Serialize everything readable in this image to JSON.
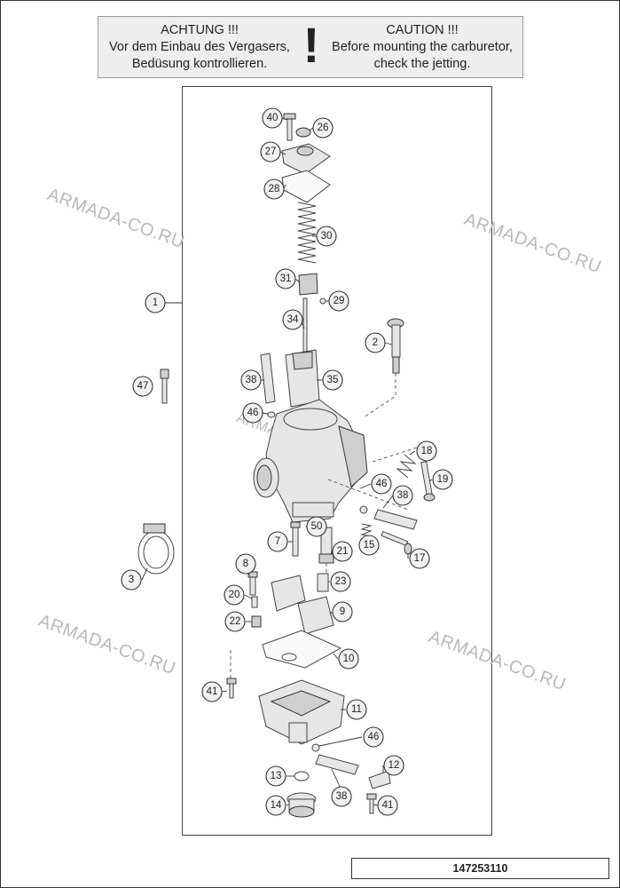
{
  "warning": {
    "de_title": "ACHTUNG !!!",
    "de_line1": "Vor dem Einbau des Vergasers,",
    "de_line2": "Bedüsung kontrollieren.",
    "mark": "!",
    "en_title": "CAUTION !!!",
    "en_line1": "Before mounting the carburetor,",
    "en_line2": "check the jetting."
  },
  "watermark": "ARMADA-CO.RU",
  "part_number": "147253110",
  "callouts": [
    {
      "label": "40"
    },
    {
      "label": "26"
    },
    {
      "label": "27"
    },
    {
      "label": "28"
    },
    {
      "label": "30"
    },
    {
      "label": "31"
    },
    {
      "label": "29"
    },
    {
      "label": "1"
    },
    {
      "label": "34"
    },
    {
      "label": "2"
    },
    {
      "label": "47"
    },
    {
      "label": "38"
    },
    {
      "label": "35"
    },
    {
      "label": "46"
    },
    {
      "label": "18"
    },
    {
      "label": "19"
    },
    {
      "label": "46"
    },
    {
      "label": "38"
    },
    {
      "label": "7"
    },
    {
      "label": "50"
    },
    {
      "label": "21"
    },
    {
      "label": "15"
    },
    {
      "label": "17"
    },
    {
      "label": "3"
    },
    {
      "label": "8"
    },
    {
      "label": "23"
    },
    {
      "label": "20"
    },
    {
      "label": "9"
    },
    {
      "label": "22"
    },
    {
      "label": "10"
    },
    {
      "label": "41"
    },
    {
      "label": "11"
    },
    {
      "label": "46"
    },
    {
      "label": "12"
    },
    {
      "label": "13"
    },
    {
      "label": "38"
    },
    {
      "label": "14"
    },
    {
      "label": "41"
    }
  ]
}
